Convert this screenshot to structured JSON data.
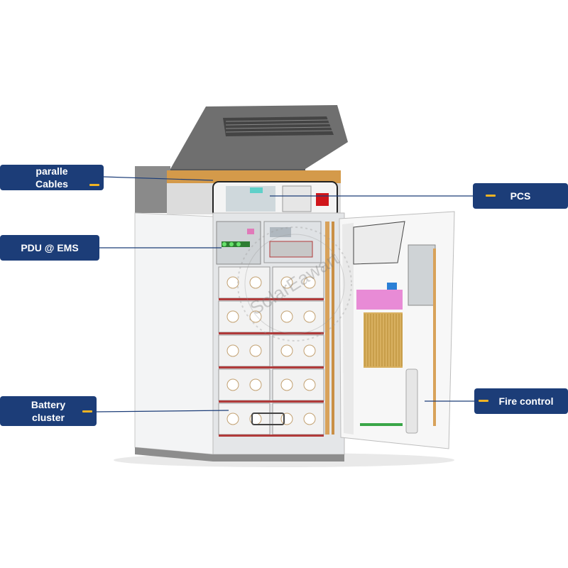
{
  "labels": {
    "parallel_cables": [
      "paralle",
      "Cables"
    ],
    "pcs": "PCS",
    "pdu_ems": "PDU @ EMS",
    "battery_cluster": [
      "Battery",
      "cluster"
    ],
    "fire_control": "Fire control"
  },
  "watermark": "SolarEawart",
  "colors": {
    "callout_bg": "#1c3d78",
    "callout_text": "#ffffff",
    "callout_accent": "#f0b323",
    "cabinet_body": "#eef0f2",
    "lid": "#6e6e6e",
    "copper_rail": "#d8a25a",
    "pink_module": "#e88bd6",
    "grille": "#d8b060",
    "battery_module": "#f2f2f2",
    "module_separator": "#b03a3a"
  },
  "battery_layout": {
    "rows": 5,
    "columns": 2
  }
}
